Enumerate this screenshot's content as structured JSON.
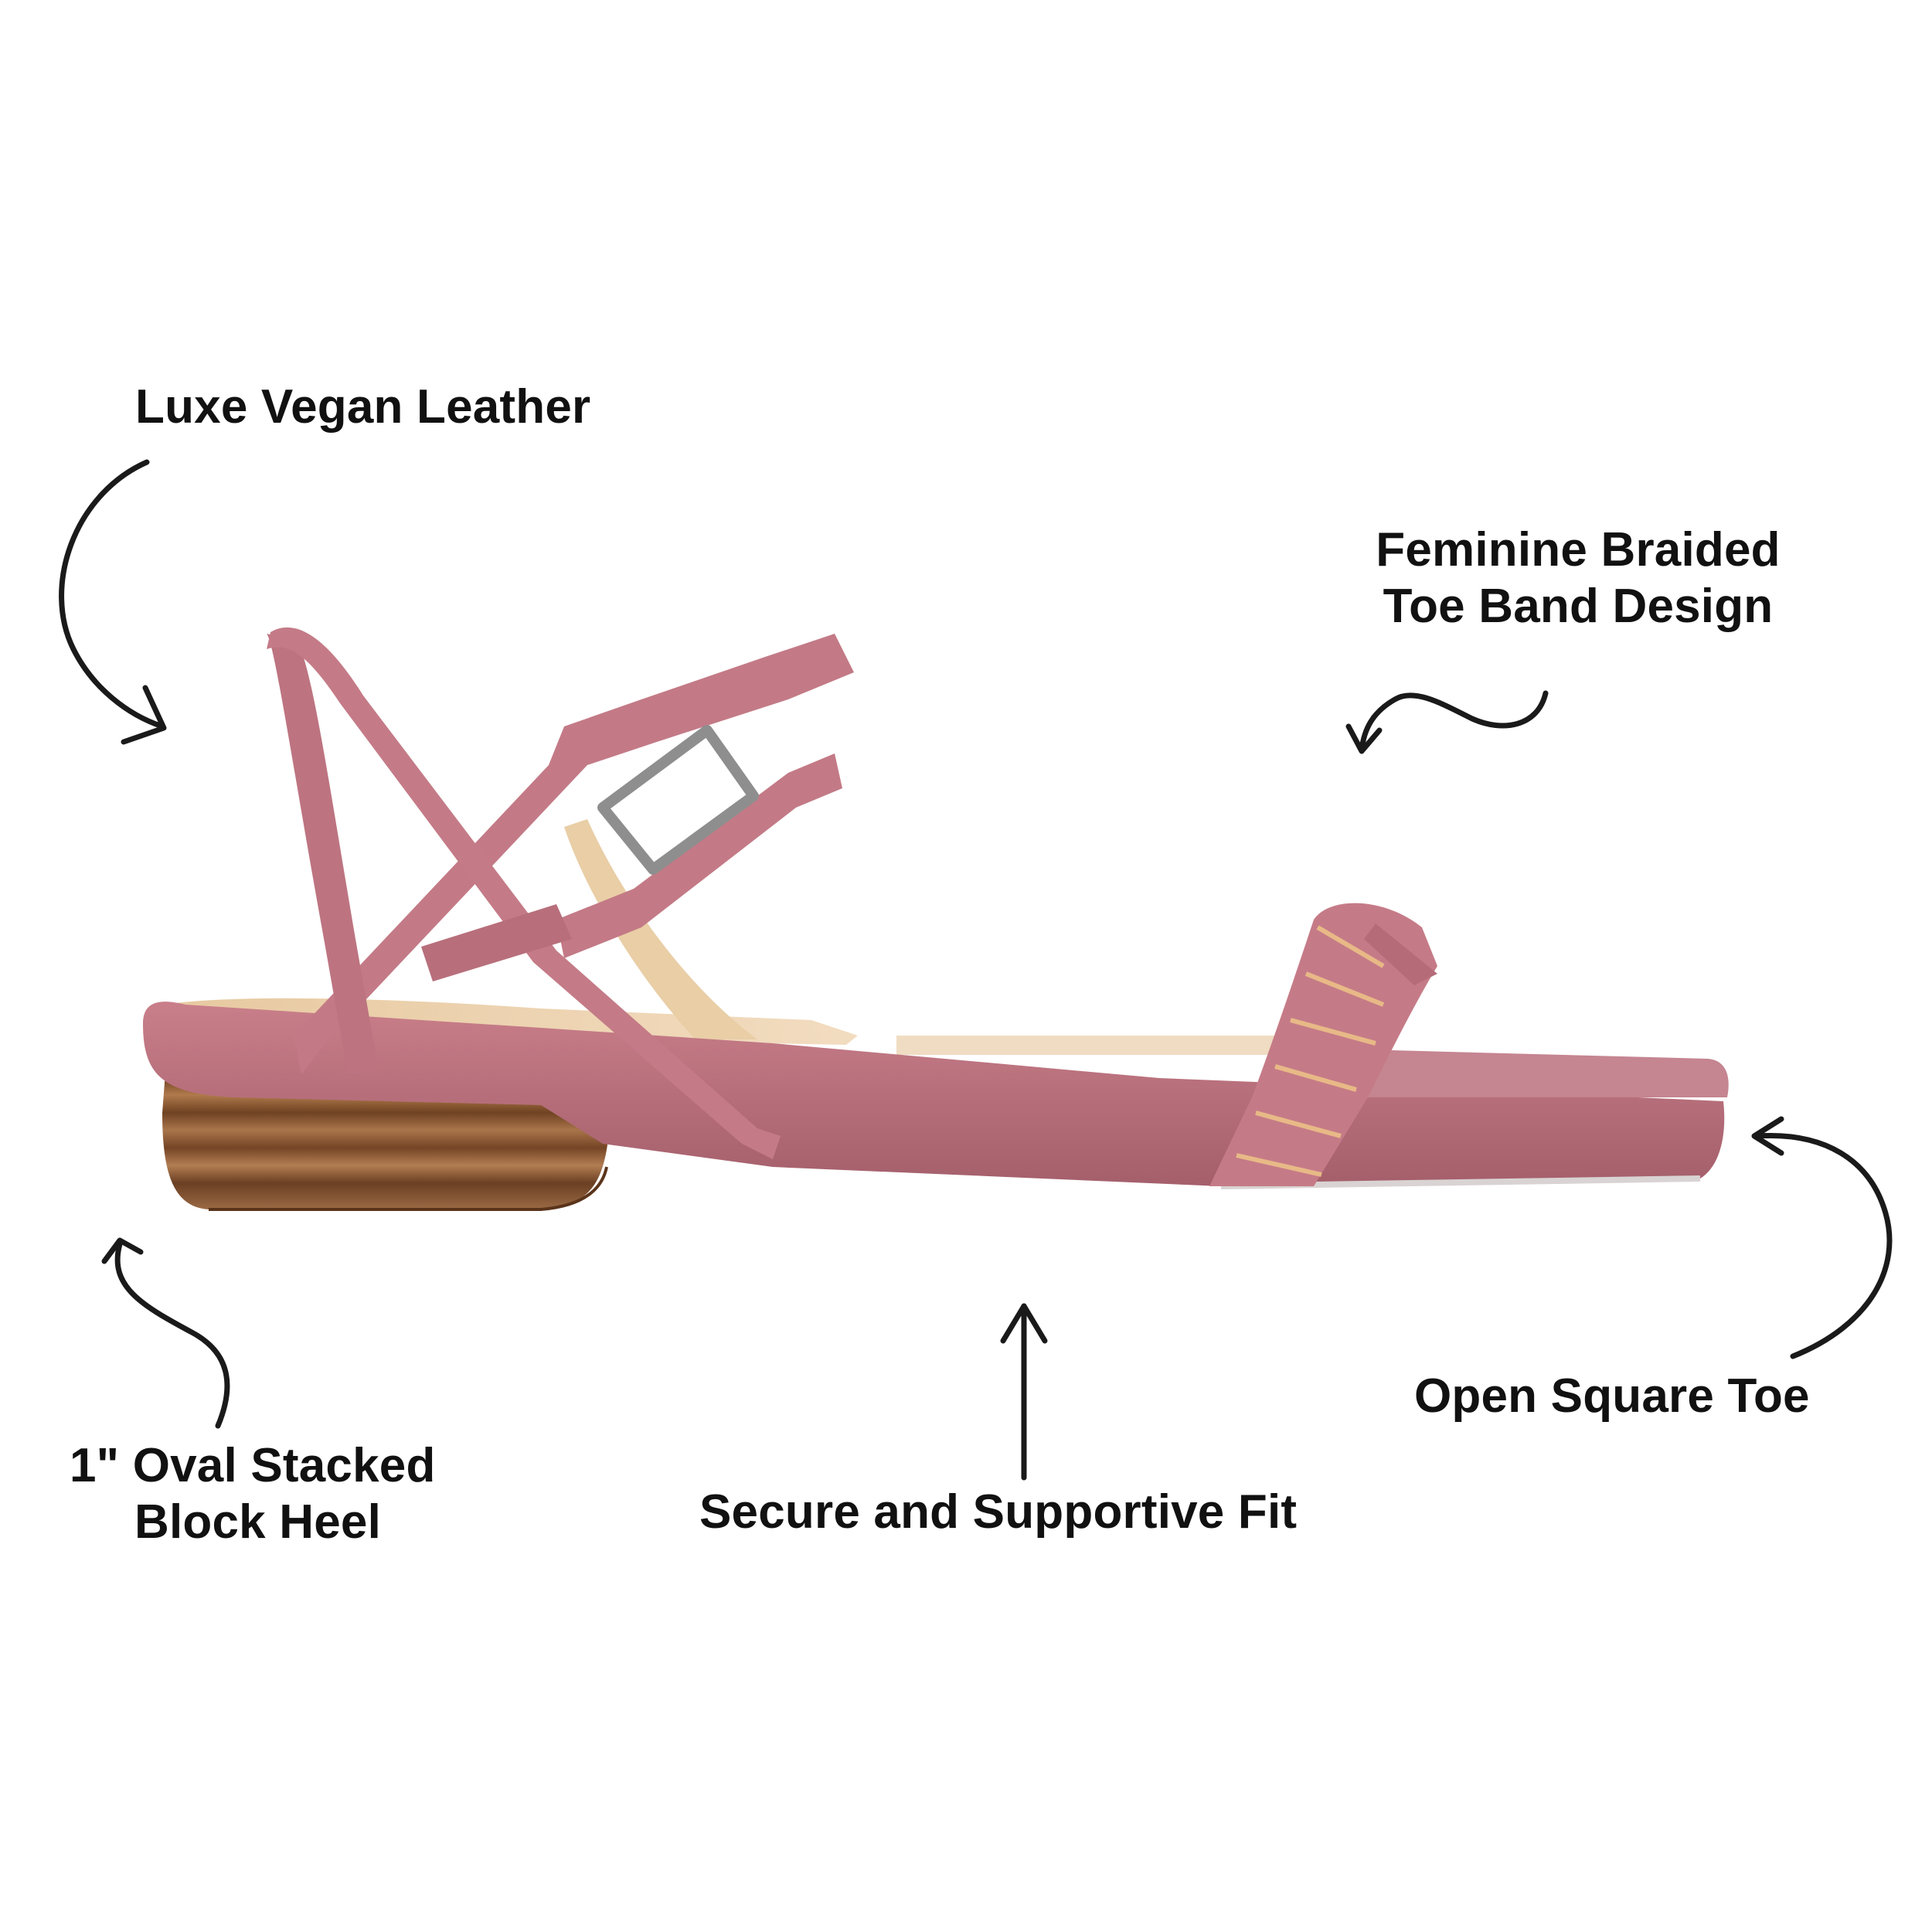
{
  "labels": {
    "luxe": "Luxe Vegan Leather",
    "braided_line1": "Feminine Braided",
    "braided_line2": "Toe Band Design",
    "heel_line1": "1\" Oval Stacked",
    "heel_line2": "Block Heel",
    "fit": "Secure and Supportive Fit",
    "toe": "Open Square Toe"
  },
  "colors": {
    "background": "#ffffff",
    "text": "#111111",
    "leather": "#c07883",
    "leather_shadow": "#a65f6b",
    "insole": "#ecd3b0",
    "heel_wood": "#8b5a35",
    "buckle": "#9a9a9a"
  },
  "icons": {
    "arrow_luxe": "curved-arrow-down-right-icon",
    "arrow_braided": "squiggle-arrow-left-icon",
    "arrow_heel": "curved-arrow-up-icon",
    "arrow_fit": "straight-arrow-up-icon",
    "arrow_toe": "curved-arrow-left-icon"
  }
}
